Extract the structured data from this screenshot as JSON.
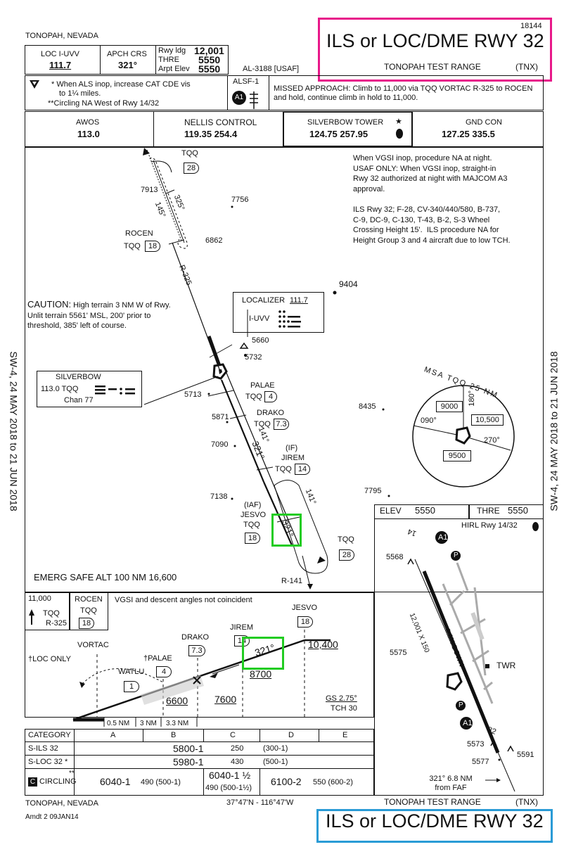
{
  "header": {
    "location": "TONOPAH, NEVADA",
    "proc_number": "18144",
    "title": "ILS or LOC/DME RWY 32",
    "airport": "TONOPAH TEST RANGE",
    "airport_id": "(TNX)",
    "chart_id": "AL-3188  [USAF]"
  },
  "briefing": {
    "loc_label": "LOC I-UVV",
    "loc_freq": "111.7",
    "apch_crs_label": "APCH CRS",
    "apch_crs": "321°",
    "rwy_ldg_label": "Rwy ldg",
    "rwy_ldg": "12,001",
    "thre_label": "THRE",
    "thre": "5550",
    "arpt_elev_label": "Arpt Elev",
    "arpt_elev": "5550",
    "note1": "* When ALS inop, increase CAT CDE vis",
    "note1b": "to 1¼ miles.",
    "note2": "**Circling NA West of Rwy 14/32",
    "alsf": "ALSF-1",
    "missed": "MISSED APPROACH:  Climb to 11,000 via TQQ VORTAC R-325 to ROCEN and hold, continue climb in hold to 11,000."
  },
  "comms": [
    {
      "name": "AWOS",
      "freq": "113.0"
    },
    {
      "name": "NELLIS CONTROL",
      "freq": "119.35  254.4"
    },
    {
      "name": "SILVERBOW TOWER",
      "freq": "124.75  257.95"
    },
    {
      "name": "GND CON",
      "freq": "127.25  335.5"
    }
  ],
  "plan": {
    "notes": "When VGSI inop, procedure NA at night.\nUSAF ONLY: When VGSI inop, straight-in\nRwy 32 authorized at night with MAJCOM A3\napproval.\n\nILS Rwy 32; F-28, CV-340/440/580, B-737,\nC-9, DC-9, C-130, T-43, B-2, S-3 Wheel\nCrossing Height 15'.  ILS procedure NA for\nHeight Group 3 and 4 aircraft due to low TCH.",
    "caution_bold": "CAUTION:",
    "caution": " High terrain 3 NM W of Rwy.\nUnlit terrain 5561' MSL, 200' prior to\nthreshold, 385' left of course.",
    "localizer_title": "LOCALIZER",
    "localizer_freq": "111.7",
    "localizer_id": "I-UVV",
    "silverbow_title": "SILVERBOW",
    "silverbow_freq": "113.0  TQQ",
    "silverbow_chan": "Chan 77",
    "tqq_top": "TQQ",
    "tqq_top_dme": "28",
    "rocen": "ROCEN",
    "rocen_tqq": "TQQ",
    "rocen_dme": "18",
    "r325": "R-325",
    "r141": "R-141",
    "crs325": "325°",
    "crs145": "145°",
    "crs321": "321°",
    "crs141": "141°",
    "palae": "PALAE",
    "palae_tqq": "TQQ",
    "palae_dme": "4",
    "drako": "DRAKO",
    "drako_tqq": "TQQ",
    "drako_dme": "7.3",
    "jirem_if": "(IF)",
    "jirem": "JIREM",
    "jirem_tqq": "TQQ",
    "jirem_dme": "14",
    "jesvo_iaf": "(IAF)",
    "jesvo": "JESVO",
    "jesvo_tqq": "TQQ",
    "jesvo_dme": "18",
    "tqq_bottom": "TQQ",
    "tqq_bottom_dme": "28",
    "elevs": [
      "7913",
      "7756",
      "6862",
      "9404",
      "5660",
      "5732",
      "5713",
      "5871",
      "7090",
      "7138",
      "8435",
      "7795"
    ],
    "emerg": "EMERG SAFE ALT 100 NM 16,600",
    "msa_label": "MSA  TQQ 25 NM",
    "msa_values": [
      "9000",
      "10,500",
      "9500"
    ],
    "msa_radials": [
      "180°",
      "090°",
      "270°"
    ]
  },
  "airport_diagram": {
    "elev_label": "ELEV",
    "elev": "5550",
    "thre_label": "THRE",
    "thre": "5550",
    "hirl": "HIRL  Rwy 14/32",
    "rwy14": "14",
    "rwy32": "32",
    "dims": "12,001 X 150",
    "grade": "0.6% DOWN",
    "twr": "TWR",
    "elevs": [
      "5568",
      "5575",
      "5573",
      "5591",
      "5577"
    ],
    "faf": "321° 6.8 NM\nfrom FAF"
  },
  "profile": {
    "hold_alt": "11,000",
    "hold_tqq": "TQQ",
    "hold_r": "R-325",
    "rocen": "ROCEN",
    "rocen_tqq": "TQQ",
    "rocen_dme": "18",
    "vgsi_note": "VGSI and descent angles not coincident",
    "jesvo": "JESVO",
    "jesvo_dme": "18",
    "jirem": "JIREM",
    "jirem_dme": "14",
    "drako": "DRAKO",
    "drako_dme": "7.3",
    "palae": "PALAE",
    "palae_dme": "4",
    "watlu": "WATLU",
    "watlu_dme": "1",
    "vortac": "VORTAC",
    "loc_only": "LOC ONLY",
    "crs": "321°",
    "alt_10400": "10,400",
    "alt_8700": "8700",
    "alt_7600": "7600",
    "alt_6600": "6600",
    "gs": "GS 2.75°",
    "tch": "TCH 30",
    "scale": [
      "0.5 NM",
      "3 NM",
      "3.3 NM"
    ]
  },
  "minimums": {
    "headers": [
      "CATEGORY",
      "A",
      "B",
      "C",
      "D",
      "E"
    ],
    "sils_label": "S-ILS 32",
    "sils": "5800-1",
    "sils_hat": "250",
    "sils_vis": "(300-1)",
    "sloc_label": "S-LOC 32 *",
    "sloc": "5980-1",
    "sloc_hat": "430",
    "sloc_vis": "(500-1)",
    "circ_label": "CIRCLING",
    "circ_ab": "6040-1",
    "circ_ab_hat": "490  (500-1)",
    "circ_c": "6040-1 ½",
    "circ_c_hat": "490  (500-1½)",
    "circ_de": "6100-2",
    "circ_de_hat": "550  (600-2)"
  },
  "footer": {
    "location": "TONOPAH, NEVADA",
    "amdt": "Amdt 2  09JAN14",
    "coords": "37°47'N - 116°47'W",
    "airport": "TONOPAH TEST RANGE",
    "airport_id": "(TNX)",
    "title": "ILS or LOC/DME RWY 32",
    "side_left": "SW-4,  24 MAY 2018  to  21 JUN 2018",
    "side_right": "SW-4,  24 MAY 2018  to  21 JUN 2018"
  }
}
